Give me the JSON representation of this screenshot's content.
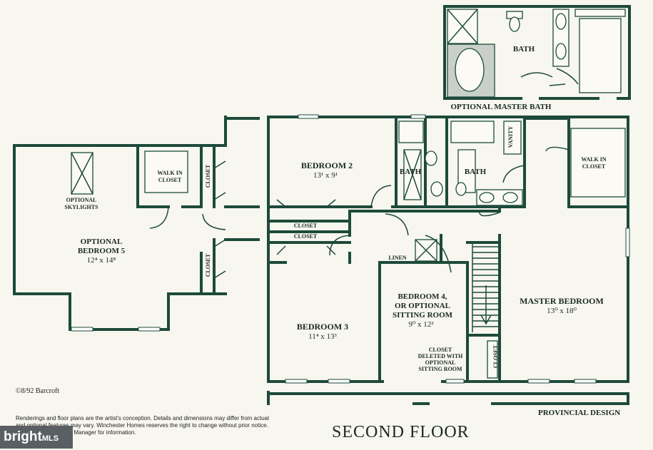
{
  "rooms": {
    "bedroom2": {
      "name": "BEDROOM 2",
      "dim": "13¹ x 9¹"
    },
    "bedroom3": {
      "name": "BEDROOM 3",
      "dim": "11⁴ x 13³"
    },
    "bedroom4": {
      "name1": "BEDROOM 4,",
      "name2": "OR OPTIONAL",
      "name3": "SITTING ROOM",
      "dim": "9⁰ x 12²"
    },
    "bedroom5": {
      "name1": "OPTIONAL",
      "name2": "BEDROOM 5",
      "dim": "12⁴ x 14⁸"
    },
    "master": {
      "name": "MASTER BEDROOM",
      "dim": "13⁰ x 18⁰"
    },
    "bath_a": "BATH",
    "bath_b": "BATH",
    "bath_opt": "BATH",
    "walkin_left": [
      "WALK IN",
      "CLOSET"
    ],
    "walkin_right": [
      "WALK IN",
      "CLOSET"
    ],
    "closet": "CLOSET",
    "linen": "LINEN",
    "vanity": "VANITY",
    "skylights": [
      "OPTIONAL",
      "SKYLIGHTS"
    ],
    "closet_deleted": [
      "CLOSET",
      "DELETED WITH",
      "OPTIONAL",
      "SITTING ROOM"
    ]
  },
  "optional_master_bath": "OPTIONAL MASTER BATH",
  "copyright": "©8/92  Barcroft",
  "disclaimer": "Renderings and floor plans are the artist's conception. Details and dimensions may differ from actual and optional features may vary. Winchester Homes reserves the right to change without prior notice. See Community Sales Manager for information.",
  "title": "SECOND FLOOR",
  "design": "PROVINCIAL DESIGN",
  "brand": {
    "name": "bright",
    "suffix": "MLS"
  }
}
